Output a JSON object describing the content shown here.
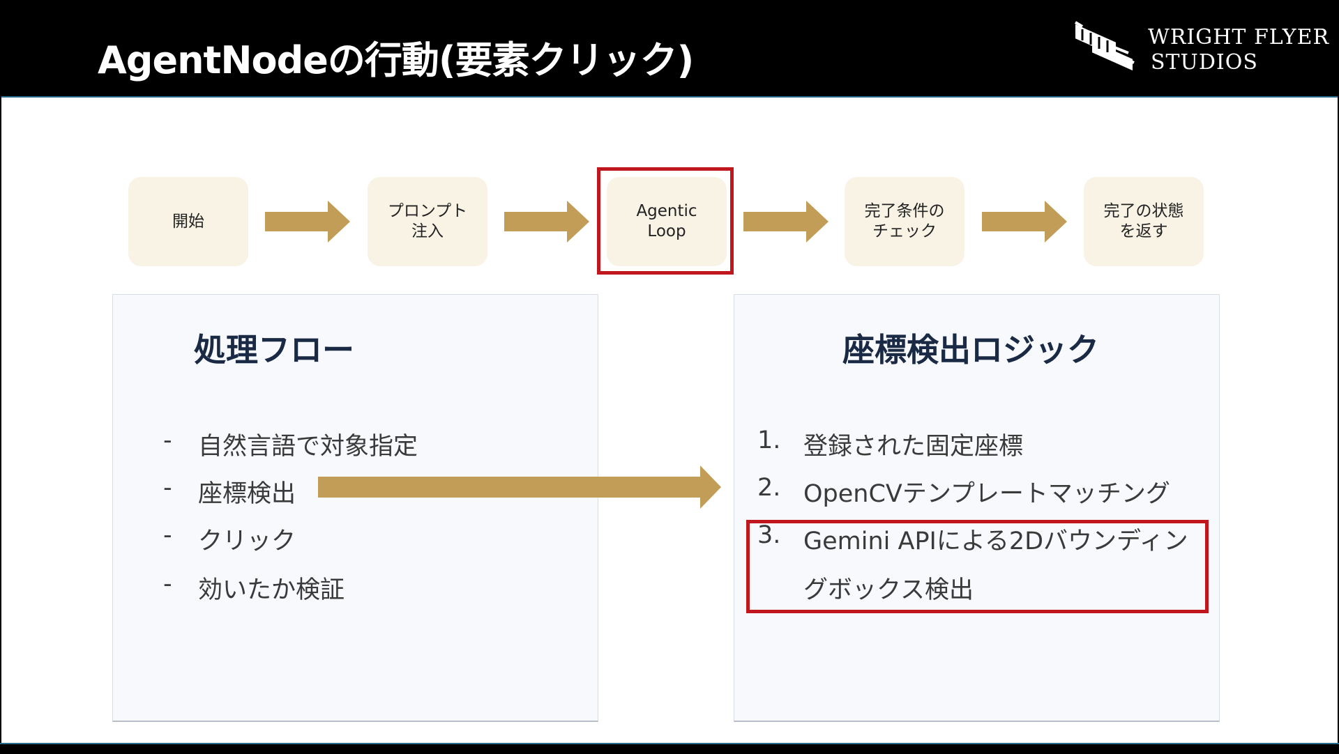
{
  "header": {
    "title": "AgentNodeの行動(要素クリック)",
    "logo": {
      "line1": "WRIGHT FLYER",
      "line2": "STUDIOS",
      "icon": "biplane-icon"
    }
  },
  "flow": {
    "steps": [
      "開始",
      "プロンプト\n注入",
      "Agentic\nLoop",
      "完了条件の\nチェック",
      "完了の状態\nを返す"
    ],
    "highlighted_step": "Agentic\nLoop"
  },
  "left_panel": {
    "title": "処理フロー",
    "items": [
      {
        "marker": "-",
        "text": "自然言語で対象指定"
      },
      {
        "marker": "-",
        "text": "座標検出"
      },
      {
        "marker": "-",
        "text": "クリック"
      },
      {
        "marker": "-",
        "text": "効いたか検証"
      }
    ]
  },
  "right_panel": {
    "title": "座標検出ロジック",
    "items": [
      {
        "marker": "1.",
        "text": "登録された固定座標"
      },
      {
        "marker": "2.",
        "text": "OpenCVテンプレートマッチング"
      },
      {
        "marker": "3.",
        "text": "Gemini APIによる2Dバウンディン"
      }
    ],
    "item3_continuation": "グボックス検出"
  },
  "colors": {
    "arrow": "#c19d57",
    "step_bg": "#f8f3e4",
    "highlight": "#c0161e",
    "panel_bg": "#f7f9fc",
    "title_text": "#1a2a44"
  }
}
